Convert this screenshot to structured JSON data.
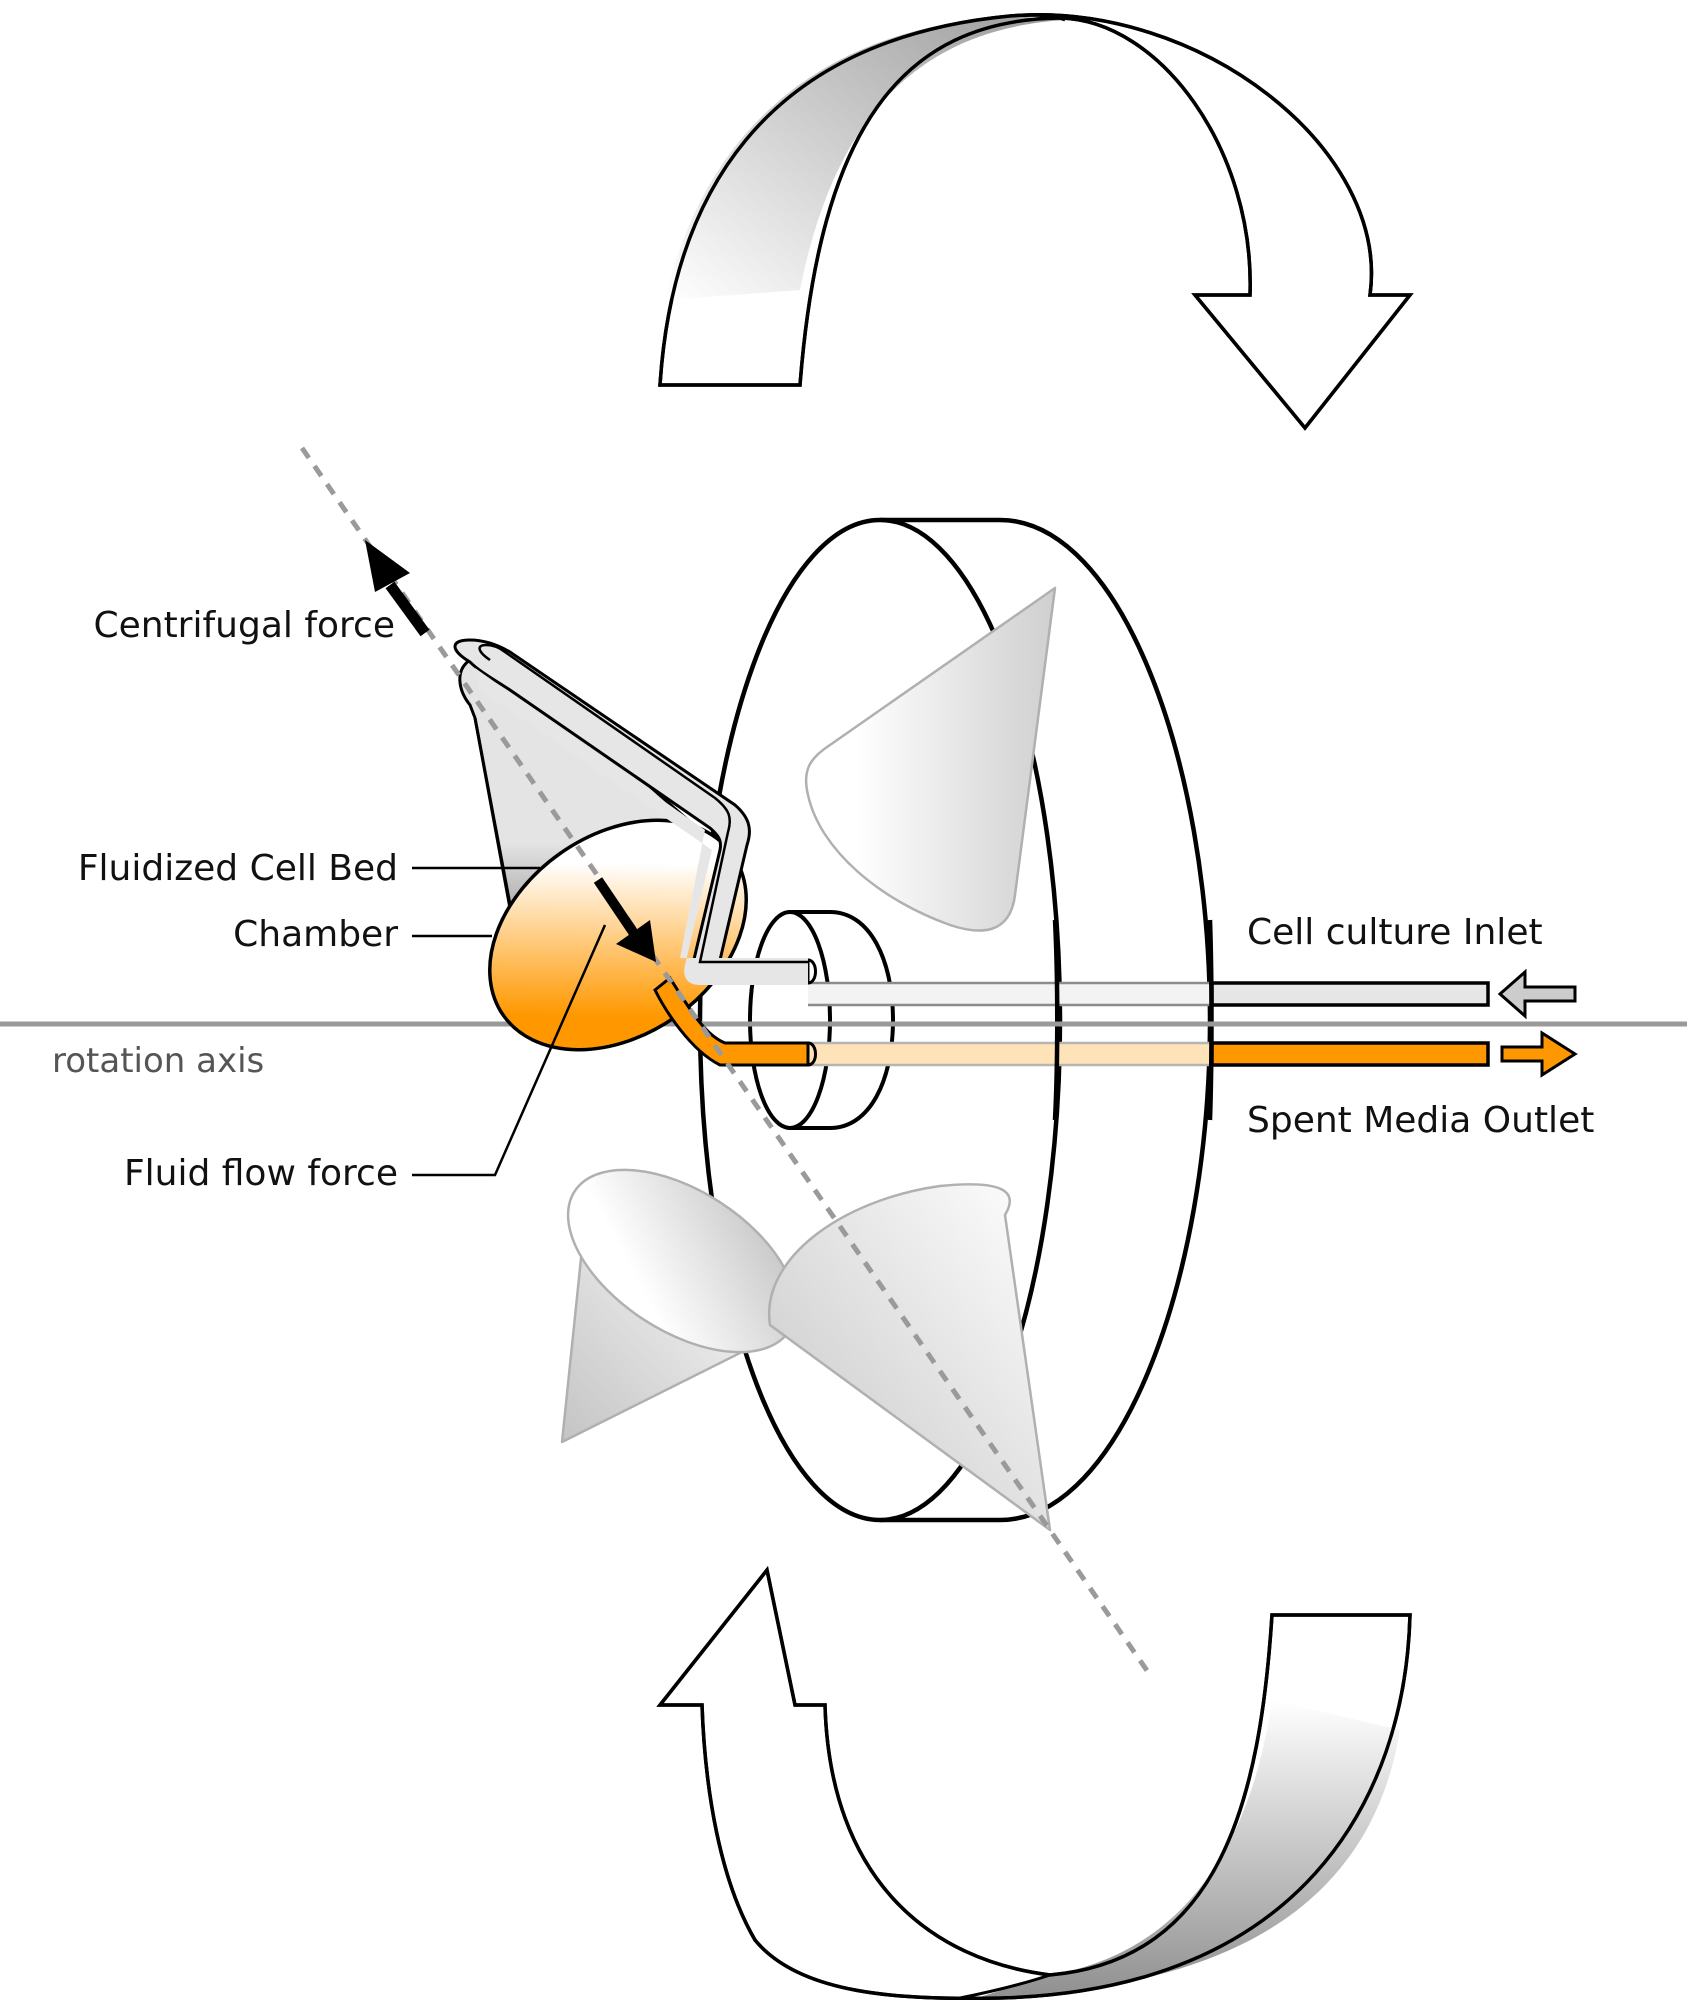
{
  "labels": {
    "centrifugal_force": "Centrifugal force",
    "fluidized_cell_bed": "Fluidized Cell Bed",
    "chamber": "Chamber",
    "rotation_axis": "rotation axis",
    "fluid_flow_force": "Fluid flow force",
    "cell_culture_inlet": "Cell culture Inlet",
    "spent_media_outlet": "Spent Media Outlet"
  },
  "colors": {
    "outlet_orange": "#ff9800",
    "outlet_pale": "#ffe3b8",
    "inlet_gray": "#e6e6e6",
    "inlet_pale": "#f3f3f3",
    "axis_gray": "#9a9a9a",
    "inlet_arrow": "#cccccc"
  },
  "flow": {
    "inlet_direction": "left",
    "outlet_direction": "right"
  },
  "rotation": {
    "top_arrow_direction": "clockwise-down",
    "bottom_arrow_direction": "counterclockwise-up"
  }
}
